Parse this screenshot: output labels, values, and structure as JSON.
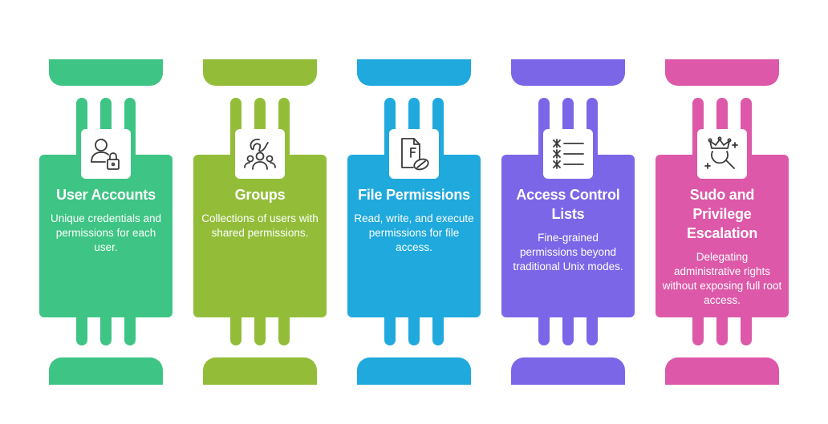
{
  "diagram": {
    "columns": [
      {
        "id": "user-accounts",
        "title": "User Accounts",
        "description": "Unique credentials and permissions for each user.",
        "icon": "user-lock-icon",
        "color": "#3ec484"
      },
      {
        "id": "groups",
        "title": "Groups",
        "description": "Collections of users with shared permissions.",
        "icon": "user-group-icon",
        "color": "#93bd39"
      },
      {
        "id": "file-permissions",
        "title": "File Permissions",
        "description": "Read, write, and execute permissions for file access.",
        "icon": "file-permission-icon",
        "color": "#1fa9dc"
      },
      {
        "id": "access-control-lists",
        "title": "Access Control Lists",
        "description": "Fine-grained permissions beyond traditional Unix modes.",
        "icon": "checklist-icon",
        "color": "#7c66e8"
      },
      {
        "id": "sudo-privilege-escalation",
        "title": "Sudo and Privilege Escalation",
        "description": "Delegating administrative rights without exposing full root access.",
        "icon": "crown-search-icon",
        "color": "#dd58a8"
      }
    ]
  }
}
